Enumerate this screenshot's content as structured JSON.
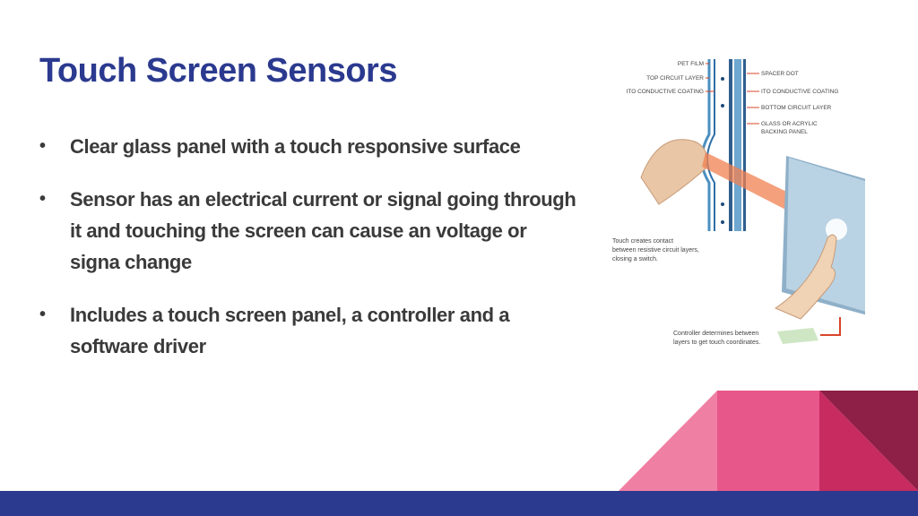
{
  "slide": {
    "title": "Touch Screen Sensors",
    "bullets": [
      "Clear glass panel with a touch responsive surface",
      "Sensor has an electrical current or signal going through it and touching the screen can cause an voltage or signa change",
      "Includes a touch screen panel, a controller and a software driver"
    ],
    "bullet_symbol": "•"
  },
  "diagram": {
    "labels": {
      "pet_film": "PET FILM",
      "top_circuit_layer": "TOP CIRCUIT LAYER",
      "ito_left": "ITO CONDUCTIVE COATING",
      "spacer_dot": "SPACER DOT",
      "ito_right": "ITO CONDUCTIVE COATING",
      "bottom_circuit_layer": "BOTTOM CIRCUIT LAYER",
      "glass_line1": "GLASS OR ACRYLIC",
      "glass_line2": "BACKING PANEL",
      "touch_line1": "Touch creates contact",
      "touch_line2": "between resistive circuit layers,",
      "touch_line3": "closing a switch.",
      "controller_line1": "Controller determines between",
      "controller_line2": "layers to get touch coordinates."
    }
  },
  "colors": {
    "title": "#2b3a8f",
    "body_text": "#3a3a3a",
    "footer_bar": "#2b3a8f",
    "deco_pink": "#e8578a",
    "deco_magenta": "#c72b5f",
    "deco_dark": "#8e1f47",
    "deco_light": "#f07fa4"
  }
}
